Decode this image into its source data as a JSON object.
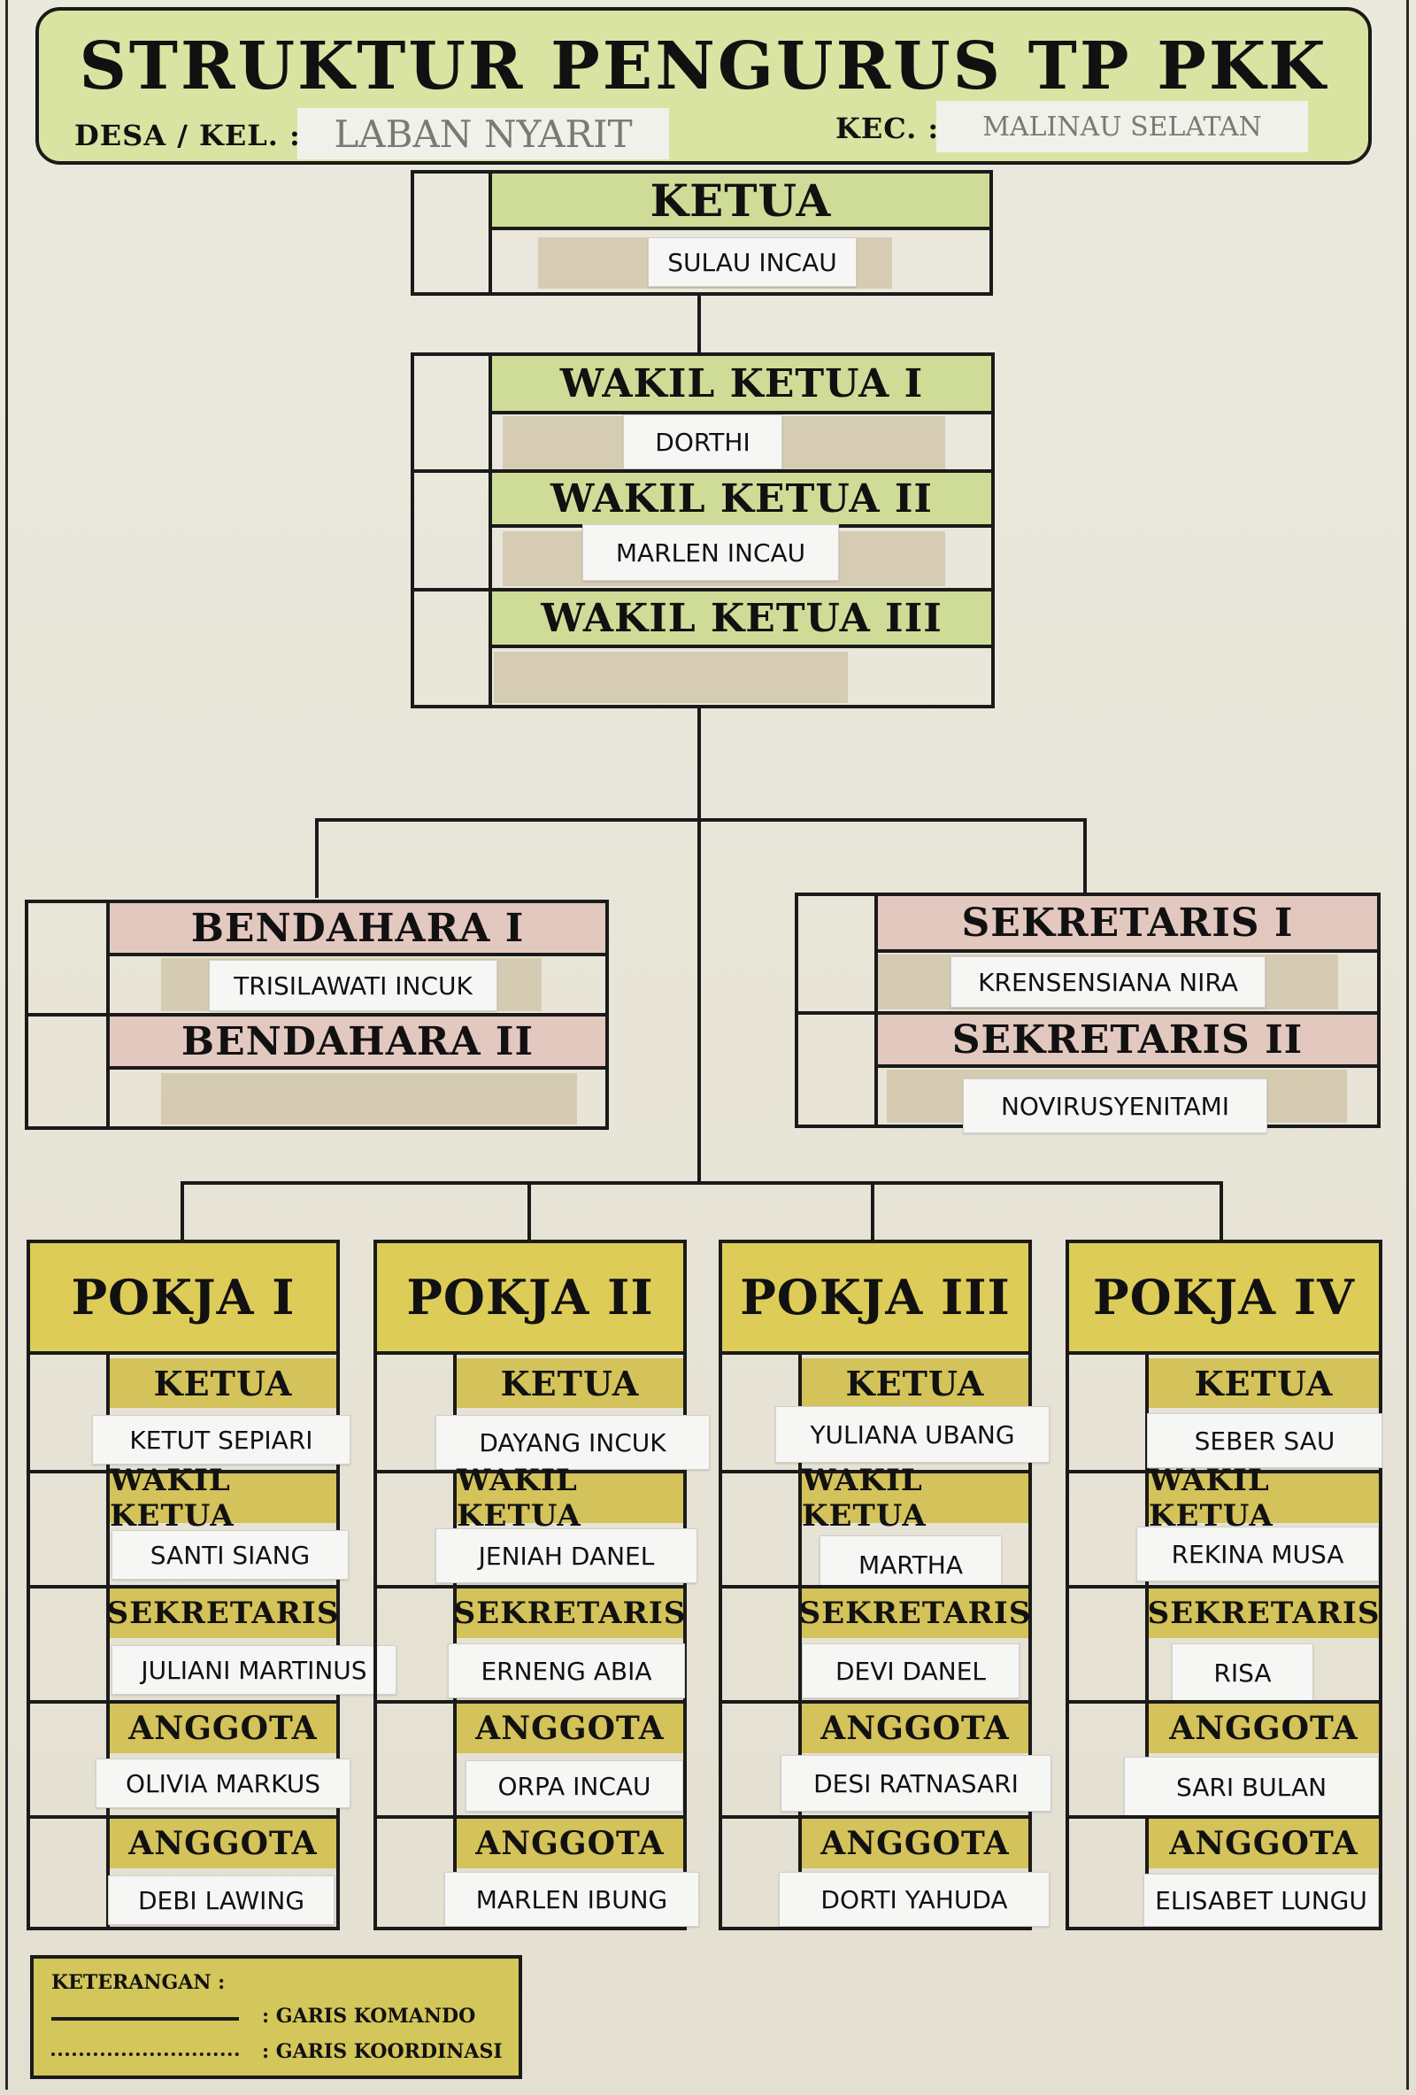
{
  "header": {
    "title": "STRUKTUR PENGURUS TP PKK",
    "desa_label": "DESA / KEL. :",
    "desa_value": "LABAN NYARIT",
    "kec_label": "KEC. :",
    "kec_value": "MALINAU SELATAN"
  },
  "ketua": {
    "title": "KETUA",
    "name": "SULAU INCAU"
  },
  "wakil": [
    {
      "title": "WAKIL KETUA I",
      "name": "DORTHI"
    },
    {
      "title": "WAKIL KETUA II",
      "name": "MARLEN INCAU"
    },
    {
      "title": "WAKIL KETUA III",
      "name": ""
    }
  ],
  "bendahara": [
    {
      "title": "BENDAHARA I",
      "name": "TRISILAWATI INCUK"
    },
    {
      "title": "BENDAHARA II",
      "name": ""
    }
  ],
  "sekretaris": [
    {
      "title": "SEKRETARIS I",
      "name": "KRENSENSIANA NIRA"
    },
    {
      "title": "SEKRETARIS II",
      "name": "NOVIRUSYENITAMI"
    }
  ],
  "pokja": [
    {
      "title": "POKJA I",
      "roles": [
        {
          "role": "KETUA",
          "name": "KETUT SEPIARI"
        },
        {
          "role": "WAKIL KETUA",
          "name": "SANTI SIANG"
        },
        {
          "role": "SEKRETARIS",
          "name": "JULIANI MARTINUS"
        },
        {
          "role": "ANGGOTA",
          "name": "OLIVIA MARKUS"
        },
        {
          "role": "ANGGOTA",
          "name": "DEBI LAWING"
        }
      ]
    },
    {
      "title": "POKJA II",
      "roles": [
        {
          "role": "KETUA",
          "name": "DAYANG INCUK"
        },
        {
          "role": "WAKIL KETUA",
          "name": "JENIAH DANEL"
        },
        {
          "role": "SEKRETARIS",
          "name": "ERNENG ABIA"
        },
        {
          "role": "ANGGOTA",
          "name": "ORPA INCAU"
        },
        {
          "role": "ANGGOTA",
          "name": "MARLEN IBUNG"
        }
      ]
    },
    {
      "title": "POKJA III",
      "roles": [
        {
          "role": "KETUA",
          "name": "YULIANA UBANG"
        },
        {
          "role": "WAKIL KETUA",
          "name": "MARTHA"
        },
        {
          "role": "SEKRETARIS",
          "name": "DEVI DANEL"
        },
        {
          "role": "ANGGOTA",
          "name": "DESI RATNASARI"
        },
        {
          "role": "ANGGOTA",
          "name": "DORTI YAHUDA"
        }
      ]
    },
    {
      "title": "POKJA IV",
      "roles": [
        {
          "role": "KETUA",
          "name": "SEBER SAU"
        },
        {
          "role": "WAKIL KETUA",
          "name": "REKINA MUSA"
        },
        {
          "role": "SEKRETARIS",
          "name": "RISA"
        },
        {
          "role": "ANGGOTA",
          "name": "SARI BULAN"
        },
        {
          "role": "ANGGOTA",
          "name": "ELISABET LUNGU"
        }
      ]
    }
  ],
  "legend": {
    "title": "KETERANGAN :",
    "komando": ": GARIS KOMANDO",
    "koordinasi": ": GARIS KOORDINASI"
  }
}
